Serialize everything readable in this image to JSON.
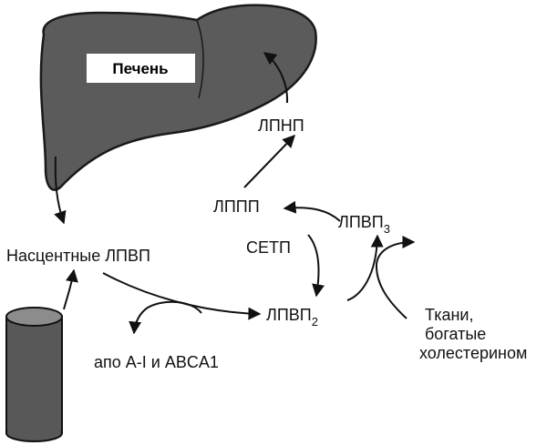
{
  "labels": {
    "liver": "Печень",
    "nascent_hdl": "Насцентные ЛПВП",
    "ldl": "ЛПНП",
    "idl": "ЛППП",
    "hdl3_base": "ЛПВП",
    "hdl3_sub": "3",
    "hdl2_base": "ЛПВП",
    "hdl2_sub": "2",
    "cetp": "CETП",
    "apo": "апо А-I  и ABCA1",
    "tissues_line1": "Ткани,",
    "tissues_line2": "богатые",
    "tissues_line3": "холестерином"
  },
  "colors": {
    "liver_fill": "#5b5b5b",
    "liver_stroke": "#1a1a1a",
    "cylinder_fill": "#585858",
    "cylinder_top": "#8c8c8c",
    "arrow": "#111111",
    "text": "#111111",
    "liver_label_bg": "#ffffff"
  }
}
